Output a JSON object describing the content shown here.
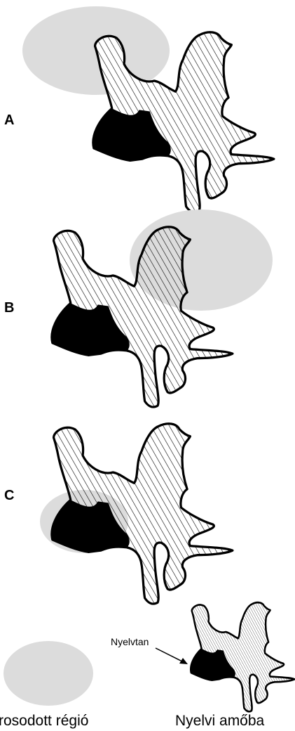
{
  "panels": [
    {
      "letter": "A"
    },
    {
      "letter": "B"
    },
    {
      "letter": "C"
    }
  ],
  "legend": {
    "region_label": "rosodott régió",
    "amoeba_label": "Nyelvi amőba",
    "grammar_label": "Nyelvtan"
  },
  "colors": {
    "region": "#dcdcdc",
    "grammar": "#000000",
    "outline": "#000000",
    "hatch": "#000000"
  }
}
